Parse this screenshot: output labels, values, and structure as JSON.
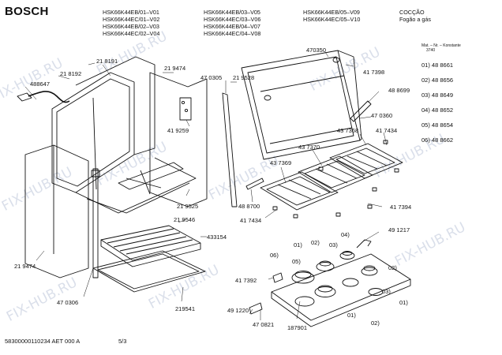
{
  "brand": "BOSCH",
  "models": {
    "col1": [
      "HSK66K44EB/01–V01",
      "HSK66K44EC/01–V02",
      "HSK66K44EB/02–V03",
      "HSK66K44EC/02–V04"
    ],
    "col2": [
      "HSK66K44EB/03–V05",
      "HSK66K44EC/03–V06",
      "HSK66K44EB/04–V07",
      "HSK66K44EC/04–V08"
    ],
    "col3": [
      "HSK66K44EB/05–V09",
      "HSK66K44EC/05–V10"
    ],
    "col4": [
      "COCÇÃO",
      "Fogão a gás"
    ]
  },
  "legend": {
    "header": [
      "Mat. – Nr. – Konstante",
      "3740"
    ],
    "rows": [
      "01)  48 8661",
      "02)  48 8656",
      "03)  48 8649",
      "04)  48 8652",
      "05)  48 8654",
      "06)  48 8662"
    ]
  },
  "part_labels": {
    "p488647": "488647",
    "p218192": "21 8192",
    "p218191": "21 8191",
    "p219474a": "21 9474",
    "p470305": "47 0305",
    "p219528": "21 9528",
    "p419259": "41 9259",
    "p470350": "470350",
    "p417398": "41 7398",
    "p488699": "48 8699",
    "p470360": "47 0360",
    "p437368": "43 7368",
    "p417434a": "41 7434",
    "p437370": "43 7370",
    "p437369": "43 7369",
    "p219525": "21 9525",
    "p219546": "21 9546",
    "p433154": "433154",
    "p488700": "48 8700",
    "p417434b": "41 7434",
    "p417394": "41 7394",
    "p491217": "49 1217",
    "p219474b": "21 9474",
    "p470306": "47 0306",
    "p219541": "219541",
    "p417392": "41 7392",
    "p491220": "49 1220",
    "p470821": "47 0821",
    "p187901": "187901",
    "c01a": "01)",
    "c02a": "02)",
    "c03a": "03)",
    "c04a": "04)",
    "c05a": "05)",
    "c06a": "06)",
    "c01b": "01)",
    "c01c": "01)",
    "c02b": "02)",
    "c02c": "02)",
    "c03b": "03)"
  },
  "watermark": "FIX-HUB.RU",
  "footer": {
    "doc": "58300000110234  AET 000 A",
    "page": "5/3"
  }
}
